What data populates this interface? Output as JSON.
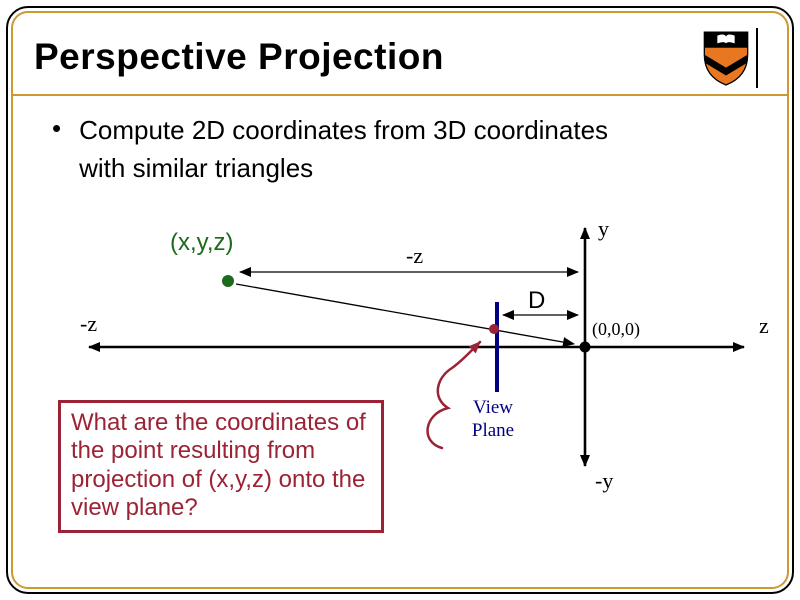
{
  "slide": {
    "title": "Perspective Projection",
    "bullet_char": "•",
    "bullets": [
      "Compute 2D coordinates from 3D coordinates with similar triangles"
    ]
  },
  "diagram": {
    "point_label": "(x,y,z)",
    "origin_label": "(0,0,0)",
    "axis_y_pos": "y",
    "axis_y_neg": "-y",
    "axis_z_pos": "z",
    "axis_z_neg": "-z",
    "distance_z_label": "-z",
    "distance_d_label": "D",
    "view_plane_line1": "View",
    "view_plane_line2": "Plane",
    "question": "What are the coordinates of the point resulting from projection of (x,y,z) onto the view plane?"
  },
  "colors": {
    "border_accent": "#CC9933",
    "question_red": "#9B2335",
    "point_green": "#1C6B1C",
    "view_plane_navy": "#000080",
    "princeton_orange": "#E87722"
  }
}
